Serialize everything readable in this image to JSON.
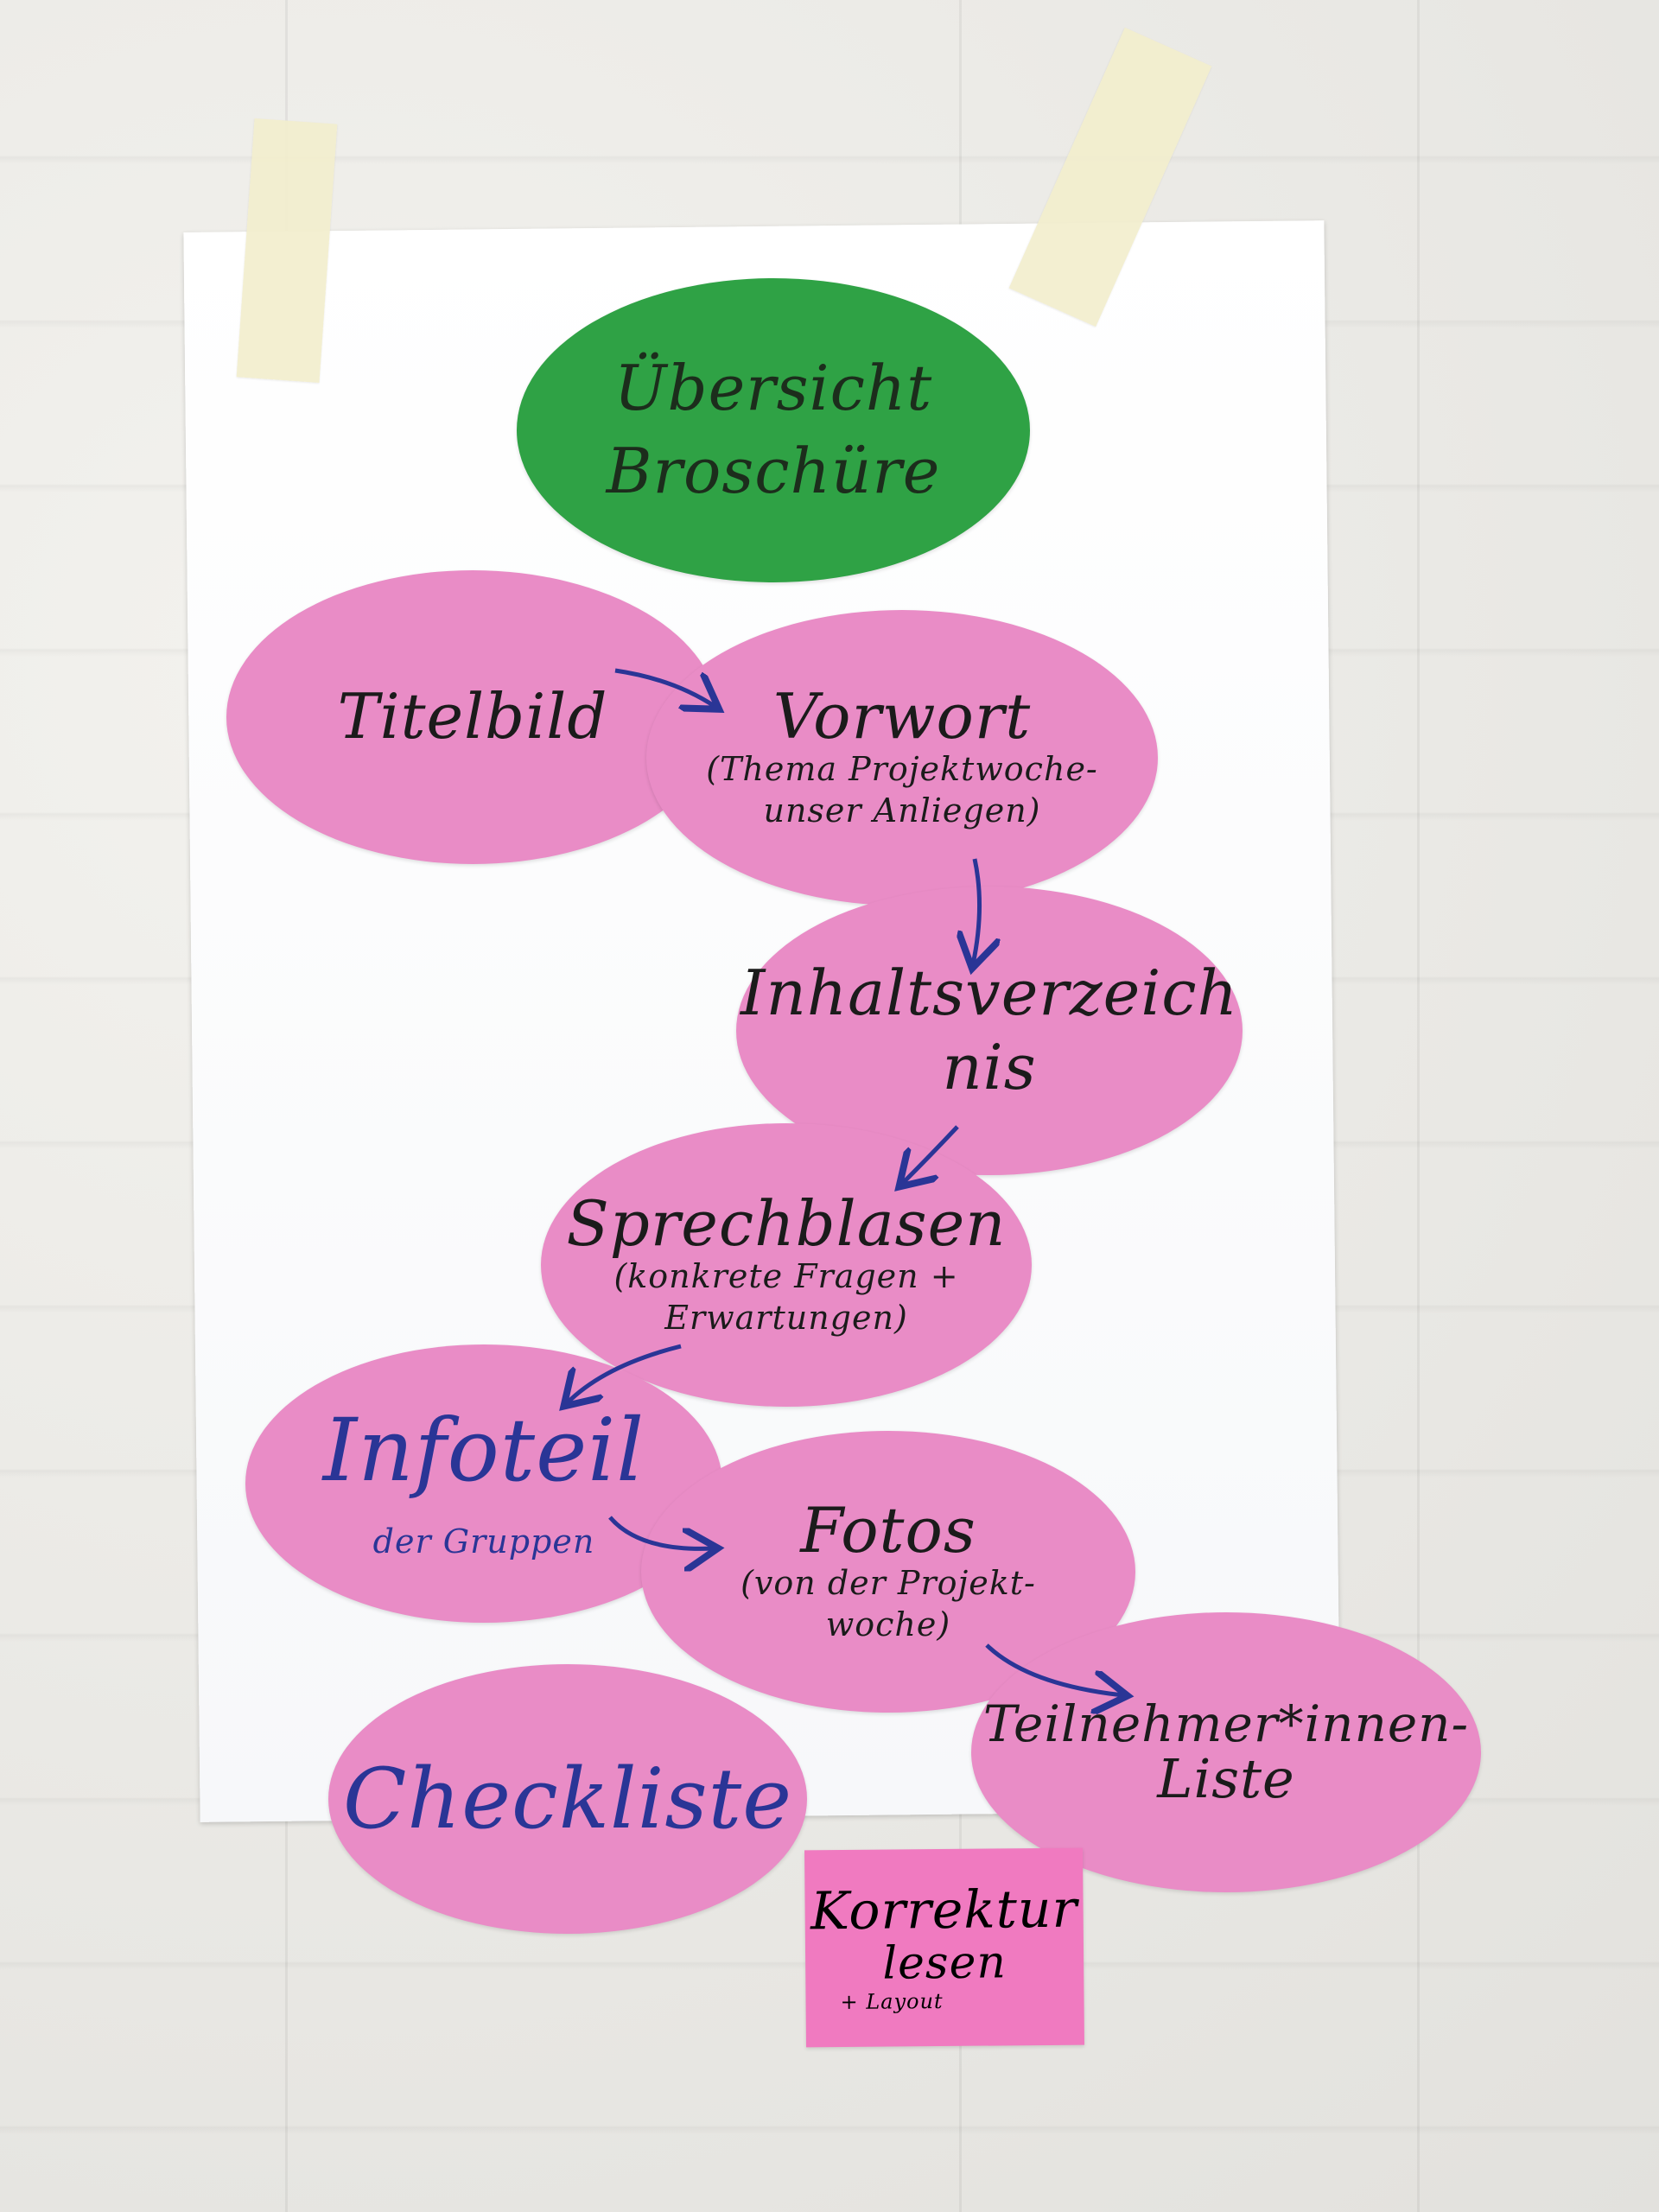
{
  "poster": {
    "title_line1": "Übersicht",
    "title_line2": "Broschüre"
  },
  "items": {
    "titelbild": "Titelbild",
    "vorwort": "Vorwort",
    "vorwort_sub1": "(Thema Projektwoche-",
    "vorwort_sub2": "unser Anliegen)",
    "inhalt_line1": "Inhaltsverzeich",
    "inhalt_line2": "nis",
    "sprech": "Sprechblasen",
    "sprech_sub1": "(konkrete Fragen +",
    "sprech_sub2": "Erwartungen)",
    "infoteil": "Infoteil",
    "infoteil_sub": "der Gruppen",
    "fotos": "Fotos",
    "fotos_sub1": "(von der Projekt-",
    "fotos_sub2": "woche)",
    "checkliste": "Checkliste",
    "teilnehmer_line1": "Teilnehmer*innen-",
    "teilnehmer_line2": "Liste",
    "korrektur_line1": "Korrektur",
    "korrektur_line2": "lesen",
    "korrektur_sub": "+ Layout"
  },
  "colors": {
    "pink_card": "#e98cc6",
    "green_card": "#2fa245",
    "marker_black": "#1b1b1b",
    "marker_blue": "#2a3596",
    "tape": "#f2eecd"
  }
}
